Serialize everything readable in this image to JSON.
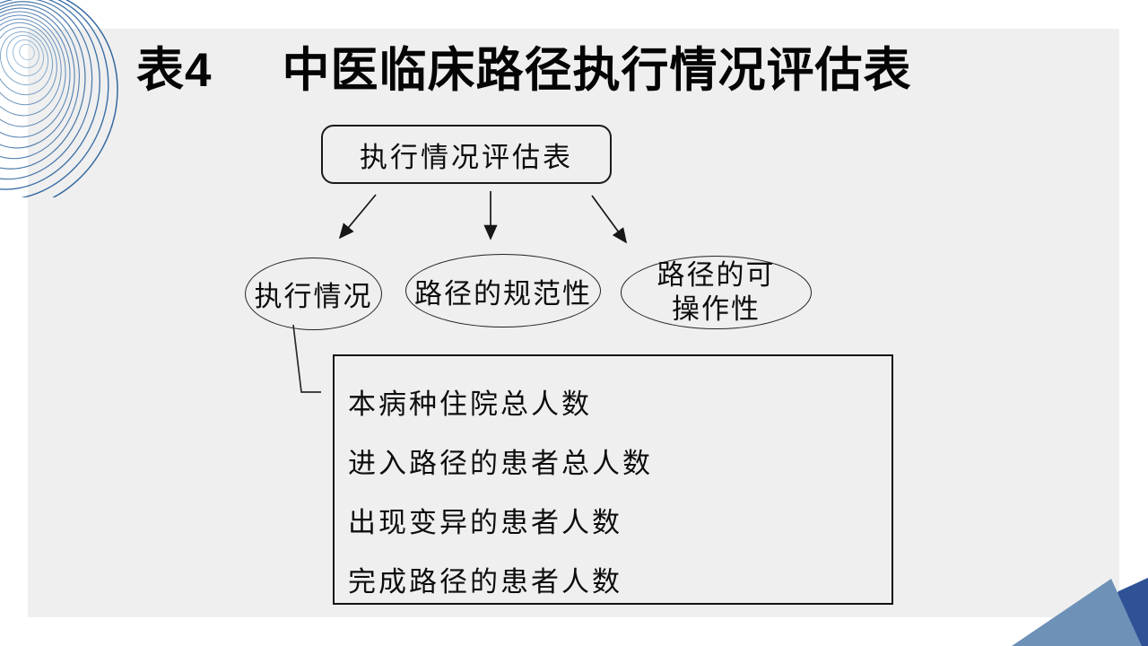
{
  "slide": {
    "title": {
      "prefix": "表4",
      "text": "中医临床路径执行情况评估表"
    },
    "diagram": {
      "root_label": "执行情况评估表",
      "branches": [
        {
          "label": "执行情况"
        },
        {
          "label": "路径的规范性"
        },
        {
          "label_line1": "路径的可",
          "label_line2": "操作性"
        }
      ],
      "detail_items": [
        "本病种住院总人数",
        "进入路径的患者总人数",
        "出现变异的患者人数",
        "完成路径的患者人数"
      ]
    },
    "colors": {
      "slide_bg": "#efefef",
      "line": "#1a1a1a",
      "swirl_blue_dark": "#3c6fa6",
      "swirl_blue_mid": "#6b94bd",
      "swirl_blue_light": "#a5c1da",
      "triangle_light": "#6e91b7",
      "triangle_dark": "#2f5296"
    }
  }
}
